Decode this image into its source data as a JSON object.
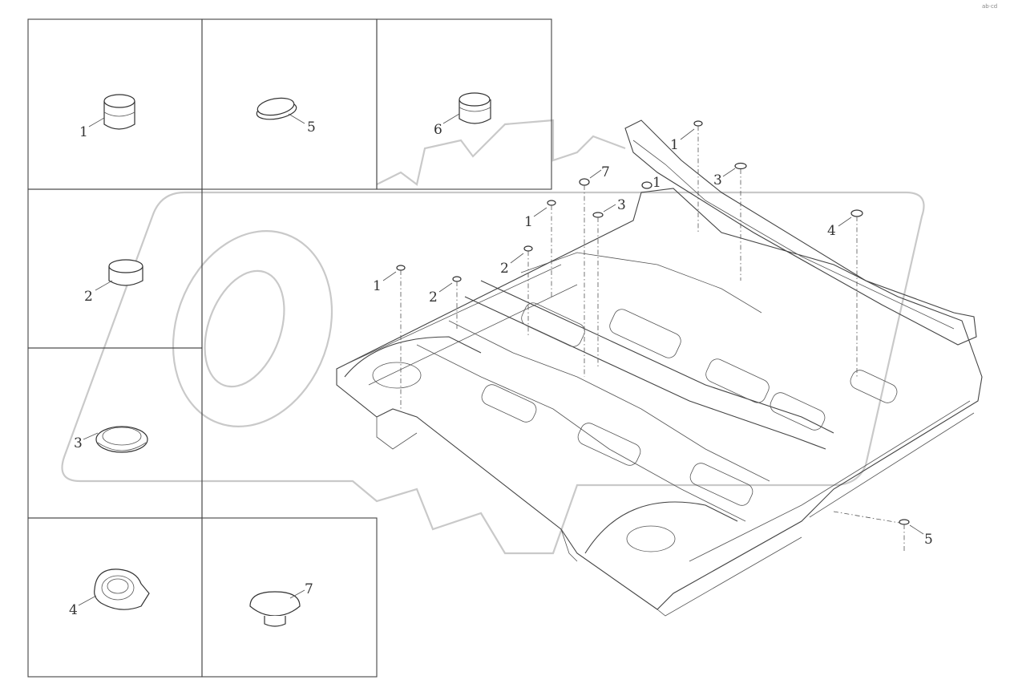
{
  "diagram": {
    "corner_mark": "ab·cd",
    "panels": [
      {
        "id": "panel-1",
        "label": "1"
      },
      {
        "id": "panel-5",
        "label": "5"
      },
      {
        "id": "panel-6",
        "label": "6"
      },
      {
        "id": "panel-2",
        "label": "2"
      },
      {
        "id": "panel-3",
        "label": "3"
      },
      {
        "id": "panel-4",
        "label": "4"
      },
      {
        "id": "panel-7",
        "label": "7"
      }
    ],
    "floor_callouts": [
      {
        "id": "c1a",
        "label": "1"
      },
      {
        "id": "c3a",
        "label": "3"
      },
      {
        "id": "c7",
        "label": "7"
      },
      {
        "id": "c1b",
        "label": "1"
      },
      {
        "id": "c3b",
        "label": "3"
      },
      {
        "id": "c1c",
        "label": "1"
      },
      {
        "id": "c4",
        "label": "4"
      },
      {
        "id": "c2a",
        "label": "2"
      },
      {
        "id": "c1d",
        "label": "1"
      },
      {
        "id": "c2b",
        "label": "2"
      },
      {
        "id": "c5",
        "label": "5"
      }
    ]
  }
}
